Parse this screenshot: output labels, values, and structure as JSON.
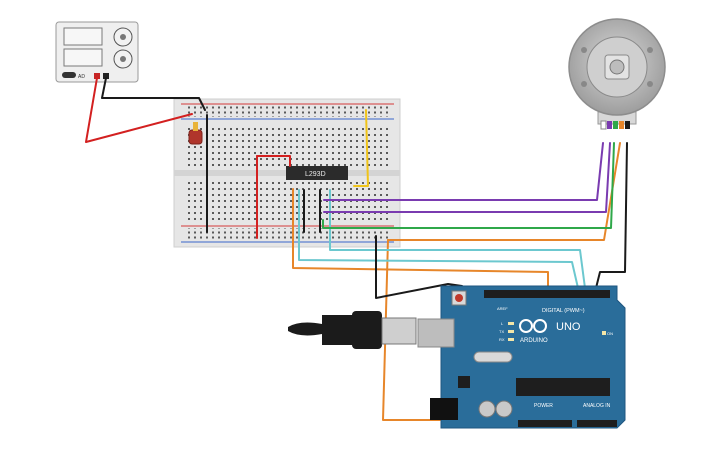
{
  "canvas": {
    "background": "#ffffff"
  },
  "colors": {
    "arduino_board": "#2a6d9a",
    "arduino_dark": "#1f5680",
    "breadboard": "#e4e4e4",
    "rail_red": "#d43b3b",
    "rail_blue": "#3b67c9",
    "wire_red": "#d32020",
    "wire_black": "#1a1a1a",
    "wire_orange": "#e7862a",
    "wire_cyan": "#6cc8cf",
    "wire_purple": "#7a3bb0",
    "wire_green": "#2fa84a",
    "wire_yellow": "#f0c419",
    "chip": "#2b2b2b",
    "motor_body": "#b9b9b9",
    "usb_plug": "#1b1b1b"
  },
  "power_supply": {
    "label": "AD"
  },
  "driver_ic": {
    "label": "L293D"
  },
  "arduino": {
    "brand": "ARDUINO",
    "model": "UNO",
    "digital_label": "DIGITAL (PWM~)",
    "power_label": "POWER",
    "analog_label": "ANALOG IN",
    "tx_label": "TX",
    "rx_label": "RX",
    "on_label": "ON",
    "l_label": "L",
    "aref_label": "AREF"
  },
  "icons": [
    "usb-cable-icon",
    "dc-motor-icon",
    "power-supply-icon",
    "capacitor-icon",
    "barrel-jack-icon"
  ]
}
